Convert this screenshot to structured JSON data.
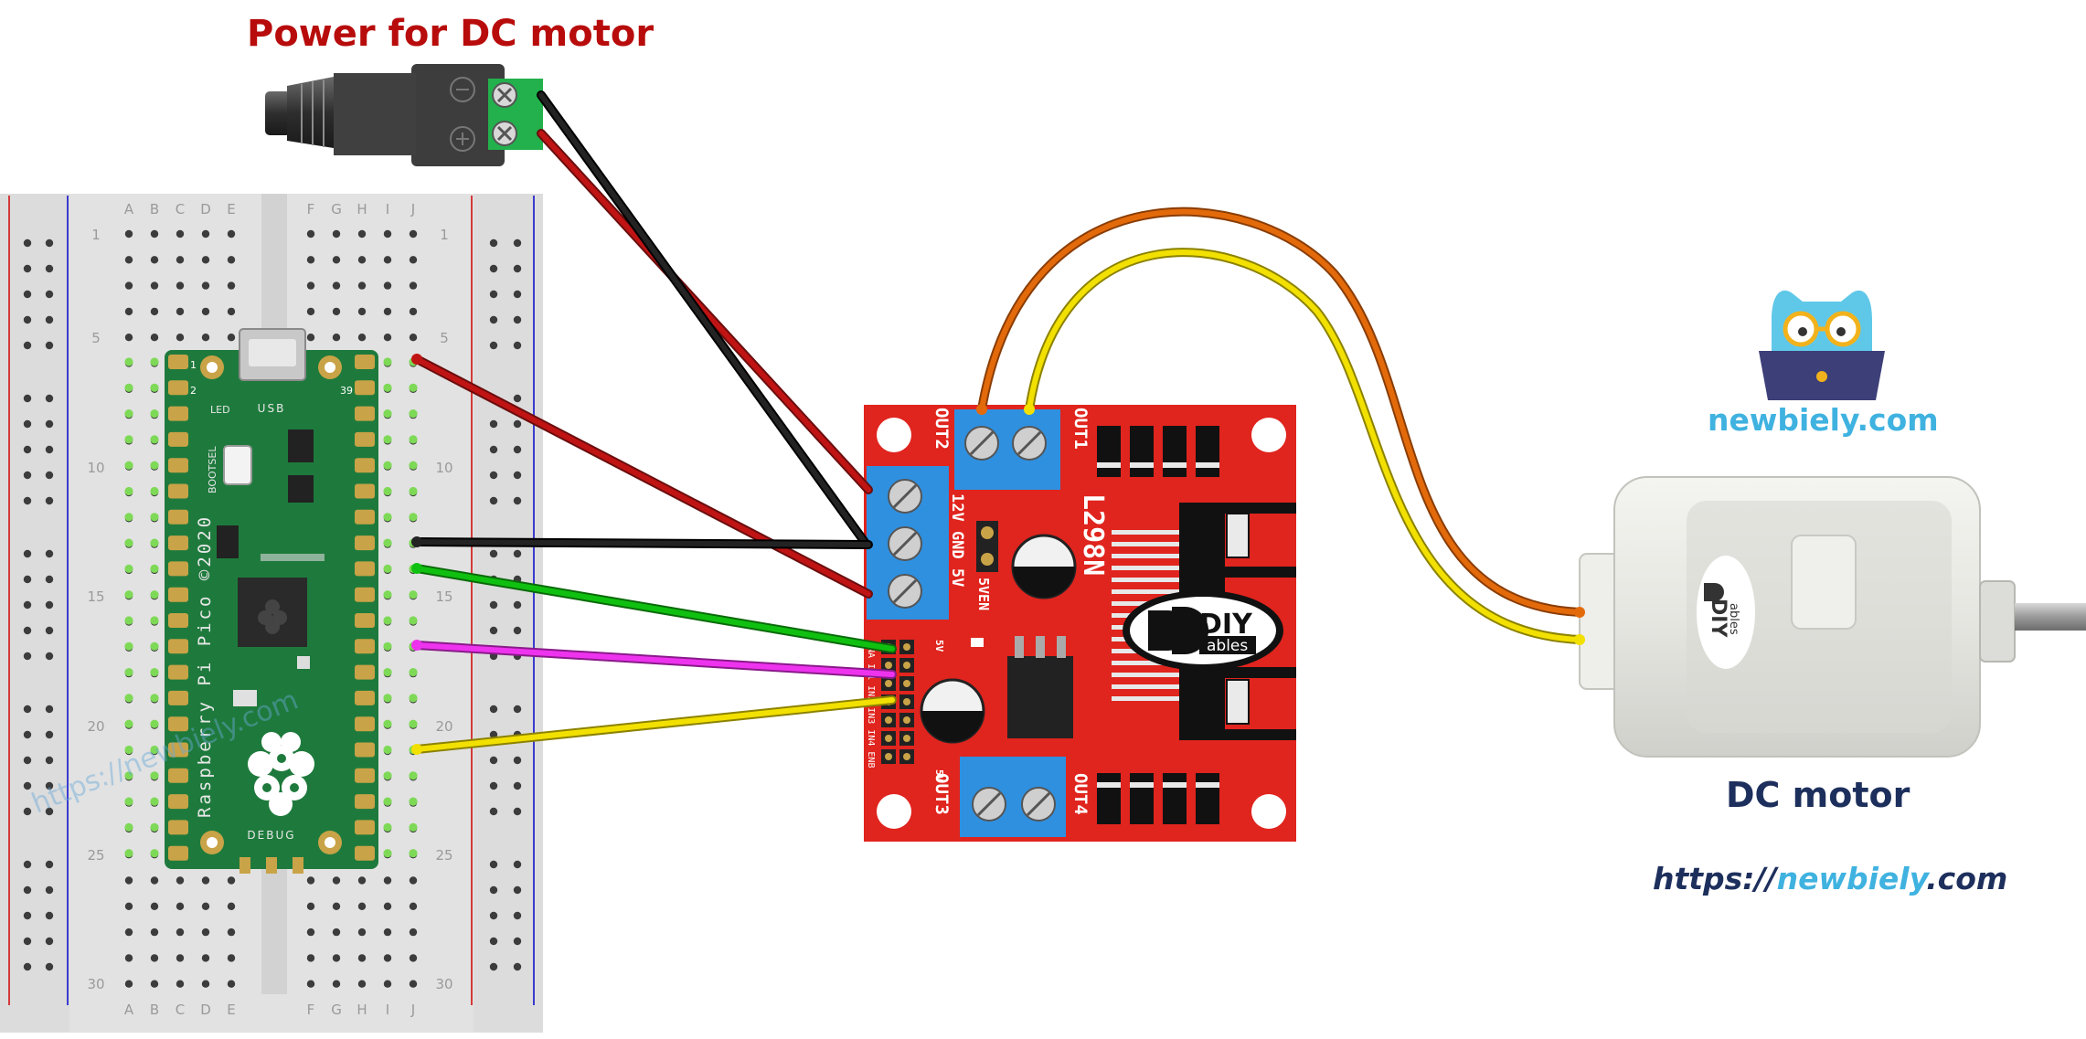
{
  "title": "Power for DC motor",
  "motor_label": "DC motor",
  "brand": {
    "site": "newbiely.com",
    "url_prefix": "https://",
    "url_domain": "newbiely",
    "url_tld": ".com",
    "watermark": "https://newbiely.com"
  },
  "breadboard": {
    "columns_left": [
      "A",
      "B",
      "C",
      "D",
      "E"
    ],
    "columns_right": [
      "F",
      "G",
      "H",
      "I",
      "J"
    ],
    "row_numbers": [
      "1",
      "5",
      "10",
      "15",
      "20",
      "25",
      "30"
    ]
  },
  "pico": {
    "name": "Raspberry Pi Pico ©2020",
    "usb_label": "USB",
    "led_label": "LED",
    "bootsel_label": "BOOTSEL",
    "debug_label": "DEBUG",
    "pin_1": "1",
    "pin_2": "2",
    "pin_39": "39"
  },
  "driver": {
    "chip": "L298N",
    "out1": "OUT1",
    "out2": "OUT2",
    "out3": "OUT3",
    "out4": "OUT4",
    "power_pins": "12V GND 5V",
    "en_label": "5VEN",
    "logo_top": "DIY",
    "logo_bottom": "ables",
    "header_5v": "5V",
    "header_5v_b": "5V",
    "ctrl_pins": "ENA IN1 IN2 IN3 IN4 ENB"
  },
  "motor_logo": {
    "top": "DIY",
    "bottom": "ables"
  },
  "colors": {
    "title": "#b80c0c",
    "dark_blue": "#1d2f5c",
    "brand_blue": "#3fb2e0",
    "board_red": "#e0241e",
    "pico_green": "#1e7a3c",
    "terminal_blue": "#2f90e0",
    "wire_red": "#c01414",
    "wire_black": "#111111",
    "wire_green": "#10c010",
    "wire_magenta": "#ee33ee",
    "wire_yellow": "#f2e000",
    "wire_orange": "#e36a0b"
  }
}
